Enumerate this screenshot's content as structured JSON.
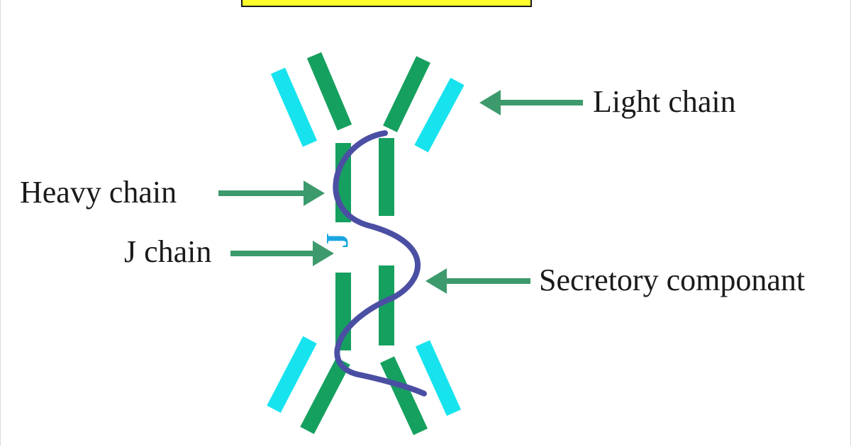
{
  "colors": {
    "heavy_chain": "#16a060",
    "light_chain": "#17e3ee",
    "secretory_component": "#4b4fa3",
    "j_chain_label": "#1ba6e2",
    "arrow": "#3d9a6c",
    "title_fill": "#ffff2e",
    "text": "#1a1a1a"
  },
  "labels": {
    "light_chain": "Light chain",
    "heavy_chain": "Heavy chain",
    "j_chain": "J chain",
    "secretory_component": "Secretory componant",
    "j_marker": "J"
  }
}
